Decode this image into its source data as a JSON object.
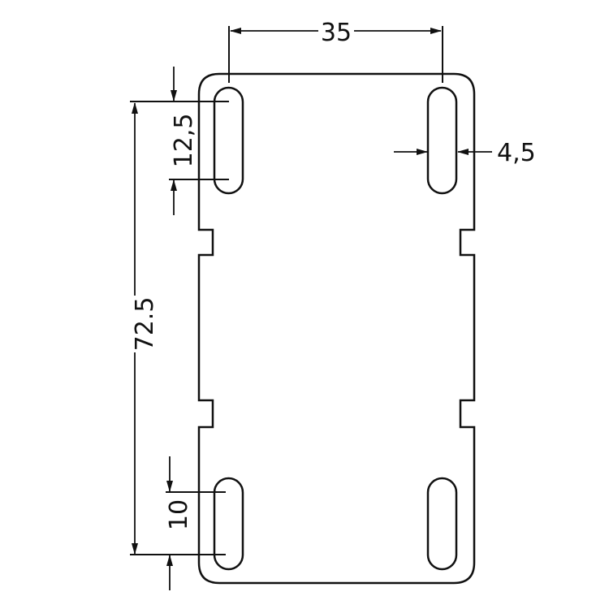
{
  "drawing": {
    "type": "technical-drawing",
    "subject": "mounting plate with slotted holes",
    "line_color": "#111111",
    "background": "#ffffff"
  },
  "dimensions": {
    "slot_spacing_horizontal": "35",
    "slot_width": "4,5",
    "slot_length_top": "12,5",
    "slot_length_bottom": "10",
    "slot_spacing_vertical": "72.5"
  }
}
